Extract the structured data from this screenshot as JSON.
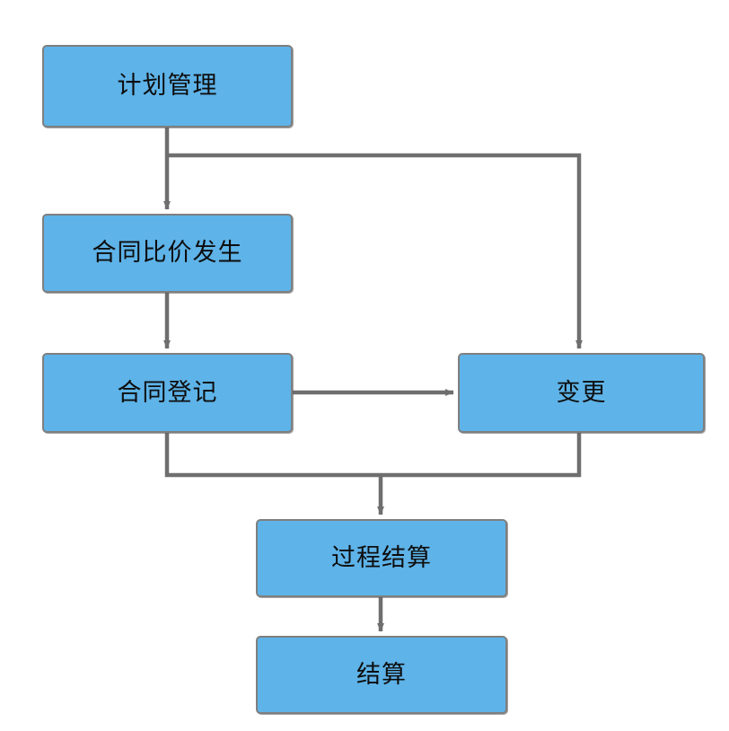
{
  "diagram": {
    "type": "flowchart",
    "orientation": "top-to-bottom",
    "colors": {
      "node_fill": "#5EB3E8",
      "node_border": "#7F7F7F",
      "connector": "#6E6E6E",
      "label_text": "#0D0D0D",
      "background": "#FFFFFF"
    },
    "nodes": [
      {
        "id": "plan",
        "label": "计划管理"
      },
      {
        "id": "contract_bid",
        "label": "合同比价发生"
      },
      {
        "id": "contract_reg",
        "label": "合同登记"
      },
      {
        "id": "change",
        "label": "变更"
      },
      {
        "id": "progress_settle",
        "label": "过程结算"
      },
      {
        "id": "settle",
        "label": "结算"
      }
    ],
    "edges": [
      {
        "id": "e1",
        "from": "plan",
        "to": "contract_bid",
        "style": "orthogonal",
        "arrow": true
      },
      {
        "id": "e2",
        "from": "plan",
        "to": "change",
        "style": "orthogonal",
        "arrow": true
      },
      {
        "id": "e3",
        "from": "contract_bid",
        "to": "contract_reg",
        "style": "straight",
        "arrow": true
      },
      {
        "id": "e4",
        "from": "contract_reg",
        "to": "change",
        "style": "straight",
        "arrow": true
      },
      {
        "id": "e5",
        "from": "contract_reg",
        "to": "progress_settle",
        "style": "orthogonal",
        "arrow": true
      },
      {
        "id": "e6",
        "from": "change",
        "to": "progress_settle",
        "style": "orthogonal",
        "arrow": true
      },
      {
        "id": "e7",
        "from": "progress_settle",
        "to": "settle",
        "style": "straight",
        "arrow": true
      }
    ]
  }
}
